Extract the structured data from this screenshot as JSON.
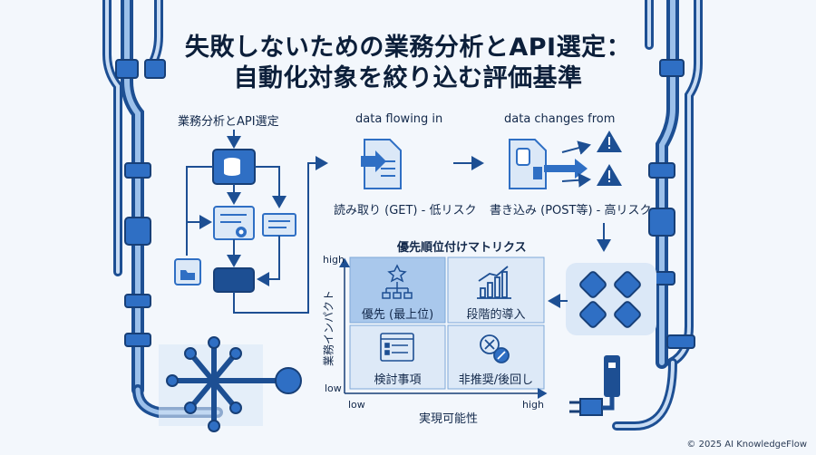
{
  "title": {
    "line1": "失敗しないための業務分析とAPI選定：",
    "line2": "自動化対象を絞り込む評価基準"
  },
  "workflow": {
    "label": "業務分析とAPI選定"
  },
  "read_step": {
    "caption": "data flowing in",
    "label": "読み取り (GET) - 低リスク"
  },
  "write_step": {
    "caption": "data changes from",
    "label": "書き込み (POST等) - 高リスク"
  },
  "matrix": {
    "title": "優先順位付けマトリクス",
    "y_axis": {
      "label": "業務インパクト",
      "high": "high",
      "low": "low"
    },
    "x_axis": {
      "label": "実現可能性",
      "low": "low",
      "high": "high"
    },
    "quadrants": {
      "top_left": "優先 (最上位)",
      "top_right": "段階的導入",
      "bottom_left": "検討事項",
      "bottom_right": "非推奨/後回し"
    }
  },
  "colors": {
    "primary": "#2f6fc4",
    "dark": "#1d4f93",
    "light": "#dbe8f7",
    "quadrant_priority": "#a9c8ec",
    "quadrant_other": "#dde9f7"
  },
  "icons": [
    "database-icon",
    "gear-icon",
    "folder-icon",
    "document-arrow-icon",
    "warning-icon",
    "star-hierarchy-icon",
    "bar-chart-icon",
    "list-window-icon",
    "cancel-icon",
    "plug-icon"
  ],
  "copyright": "© 2025 AI KnowledgeFlow"
}
